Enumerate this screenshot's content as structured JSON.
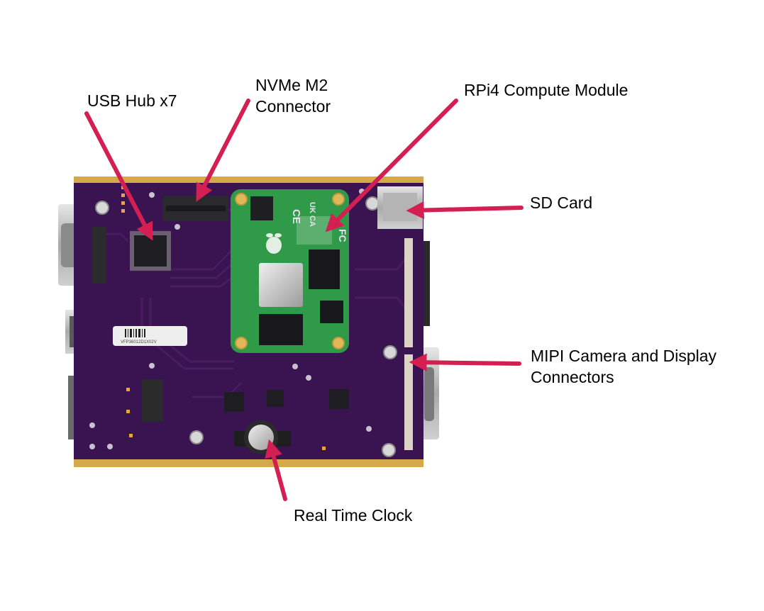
{
  "diagram": {
    "colors": {
      "background": "#ffffff",
      "pcb": "#3a1450",
      "pcb_trace": "#4a1d63",
      "gold_edge": "#d4a94a",
      "arrow": "#d41f52",
      "compute_module": "#2f9a48",
      "silkscreen": "#e8e2ee"
    },
    "labels": {
      "usb_hub": "USB Hub x7",
      "nvme_line1": "NVMe M2",
      "nvme_line2": "Connector",
      "rpi4": "RPi4 Compute Module",
      "sd_card": "SD Card",
      "mipi_line1": "MIPI Camera and Display",
      "mipi_line2": "Connectors",
      "rtc": "Real Time Clock"
    },
    "board_markings": {
      "ce": "CE",
      "ukca": "UK CA",
      "fc": "FC",
      "sticker_id": "VFP36012D1X02V"
    },
    "icons": [
      "raspberry-pi-logo-icon",
      "ce-mark-icon",
      "fc-mark-icon"
    ]
  }
}
